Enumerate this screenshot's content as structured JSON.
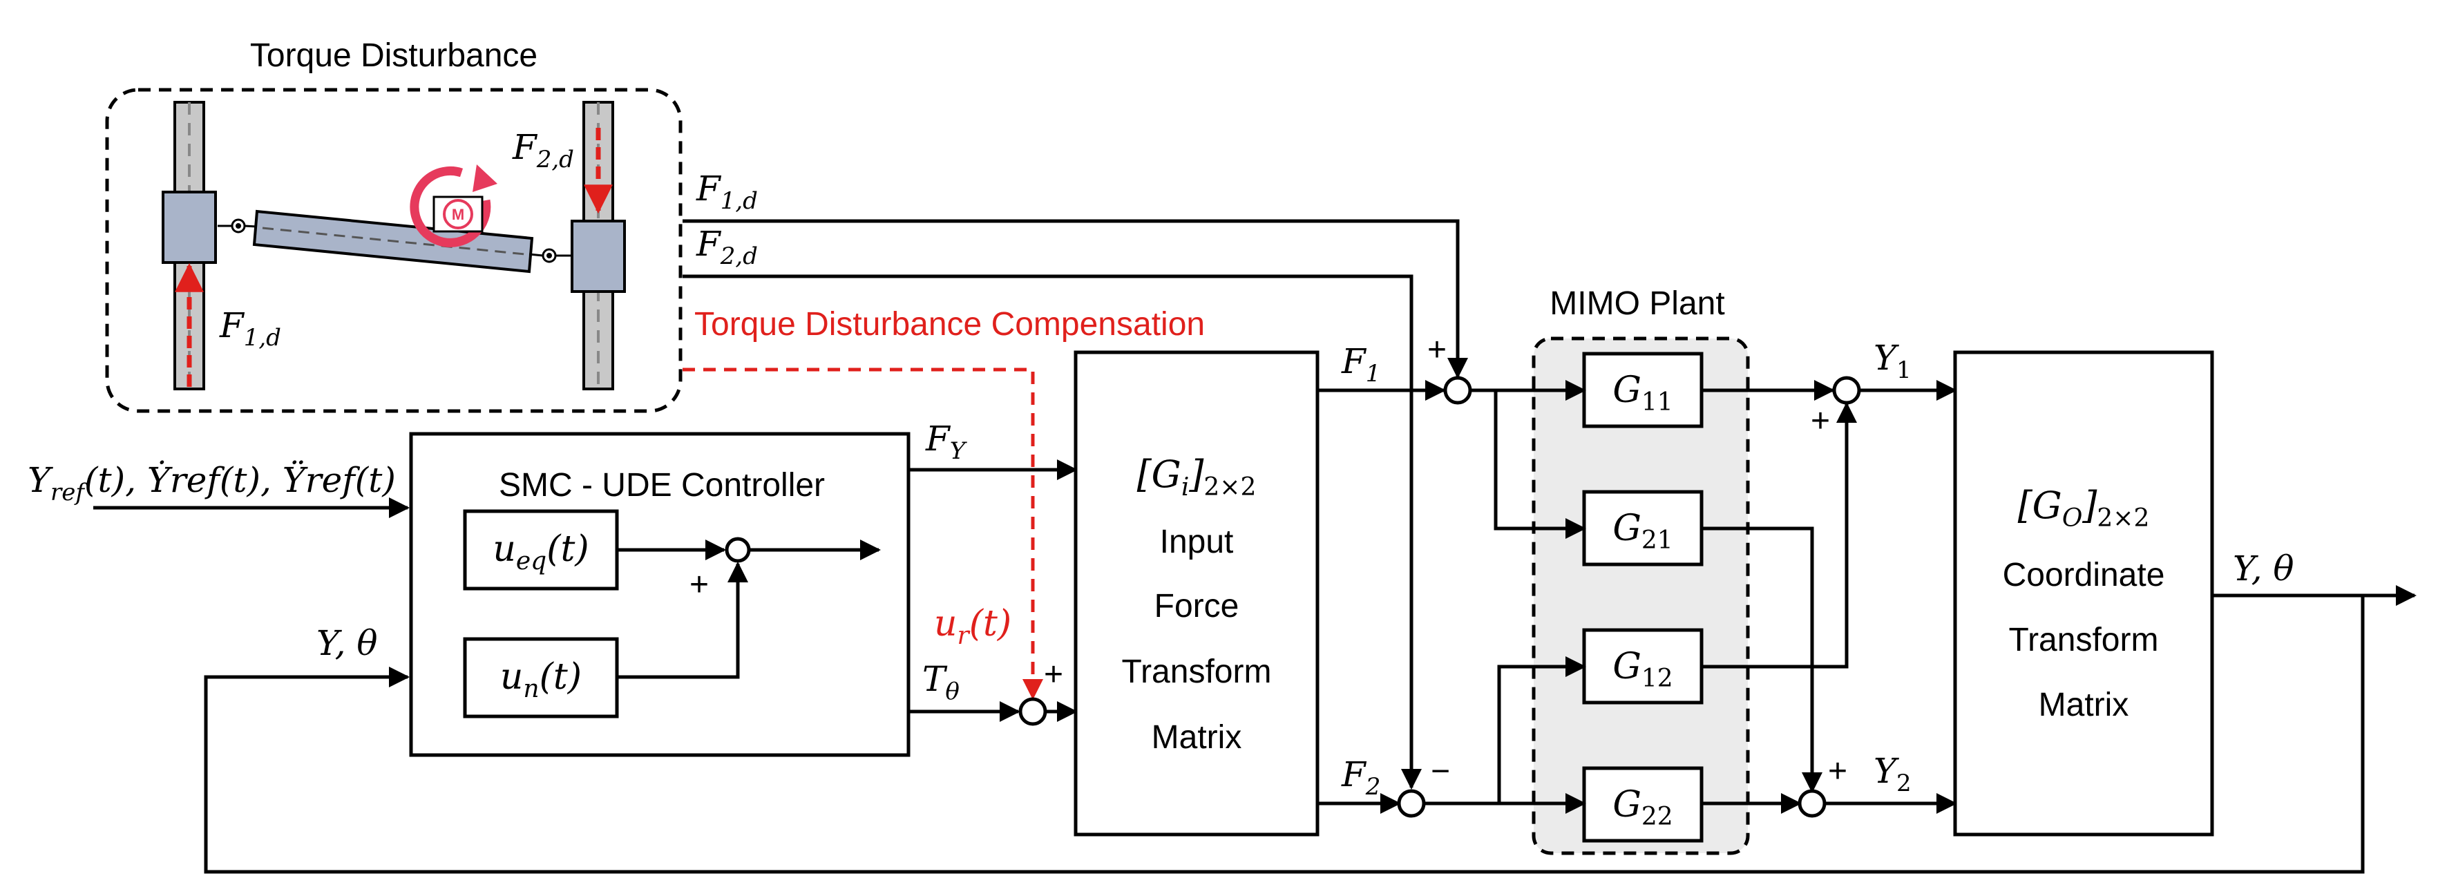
{
  "disturbance": {
    "title": "Torque Disturbance",
    "label_f2d": "F",
    "label_f2d_sub": "2,d",
    "label_f1d": "F",
    "label_f1d_sub": "1,d",
    "motor_label": "M"
  },
  "signals": {
    "f1d_main": "F",
    "f1d_main_sub": "1,d",
    "f2d_main": "F",
    "f2d_main_sub": "2,d",
    "compensation": "Torque Disturbance Compensation",
    "ur": "u",
    "ur_sub": "r",
    "ur_arg": "(t)",
    "fy": "F",
    "fy_sub": "Y",
    "ttheta": "T",
    "ttheta_sub": "θ",
    "f1": "F",
    "f1_sub": "1",
    "f2": "F",
    "f2_sub": "2",
    "y1": "Y",
    "y1_sub": "1",
    "y2": "Y",
    "y2_sub": "2",
    "reference": "Y",
    "reference_sub": "ref",
    "reference_full": "(t), Ẏref(t), Ÿref(t)",
    "feedback": "Y, θ",
    "output": "Y, θ"
  },
  "controller": {
    "title": "SMC - UDE Controller",
    "ueq": "u",
    "ueq_sub": "eq",
    "ueq_arg": "(t)",
    "un": "u",
    "un_sub": "n",
    "un_arg": "(t)"
  },
  "input_matrix": {
    "symbol": "[G",
    "symbol_sub": "i",
    "symbol_end": "]",
    "dim": "2×2",
    "lines": [
      "Input",
      "Force",
      "Transform",
      "Matrix"
    ]
  },
  "plant": {
    "title": "MIMO Plant",
    "g11": "G",
    "g11_sub": "11",
    "g21": "G",
    "g21_sub": "21",
    "g12": "G",
    "g12_sub": "12",
    "g22": "G",
    "g22_sub": "22"
  },
  "output_matrix": {
    "symbol": "[G",
    "symbol_sub": "O",
    "symbol_end": "]",
    "dim": "2×2",
    "lines": [
      "Coordinate",
      "Transform",
      "Matrix"
    ]
  },
  "signs": {
    "plus": "+",
    "minus": "−"
  },
  "colors": {
    "disturbance_red": "#e0201c",
    "motor_ring": "#e63a5c",
    "slider_fill": "#a9b4c9",
    "rail_fill": "#c8c8c8",
    "plant_fill": "#ebebeb"
  }
}
